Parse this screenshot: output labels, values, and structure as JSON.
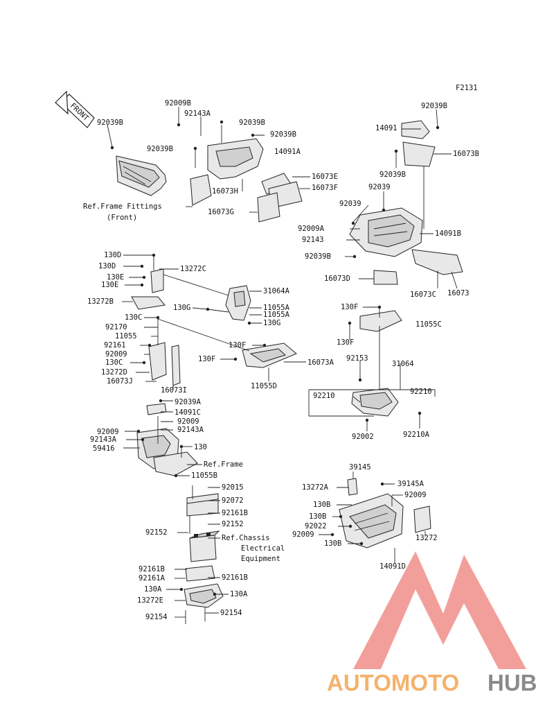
{
  "figure_code": "F2131",
  "front_arrow": "FRONT",
  "refs": {
    "frame_fittings": "Ref.Frame Fittings",
    "frame_fittings_sub": "(Front)",
    "frame": "Ref.Frame",
    "chassis_1": "Ref.Chassis",
    "chassis_2": "Electrical",
    "chassis_3": "Equipment"
  },
  "watermark": {
    "part1": "AUTOMOTO",
    "part2": "HUB"
  },
  "colors": {
    "watermark_orange": "#f5b26b",
    "watermark_red": "#f08f8a",
    "watermark_grey": "#8a8a8a"
  },
  "labels": {
    "a01": "92009B",
    "a02": "92143A",
    "a03": "92039B",
    "a04": "92039B",
    "a05": "92039B",
    "a06": "92039B",
    "a07": "14091A",
    "a08": "16073E",
    "a09": "16073F",
    "a10": "16073H",
    "a11": "16073G",
    "b01": "92039B",
    "b02": "14091",
    "b03": "16073B",
    "b04": "92039B",
    "b05": "92039",
    "b06": "92039",
    "b07": "92009A",
    "b08": "92143",
    "b09": "14091B",
    "b10": "92039B",
    "b11": "16073D",
    "b12": "16073C",
    "b13": "16073",
    "c01": "130D",
    "c02": "130D",
    "c03": "13272C",
    "c04": "130E",
    "c05": "130E",
    "c06": "13272B",
    "c07": "31064A",
    "c08": "130G",
    "c09": "11055A",
    "c10": "11055A",
    "c11": "130G",
    "c12": "130C",
    "c13": "92170",
    "c14": "11055",
    "c15": "92161",
    "c16": "92009",
    "c17": "130C",
    "c18": "13272D",
    "c19": "16073J",
    "c20": "16073I",
    "c21": "130F",
    "c22": "130F",
    "c23": "16073A",
    "c24": "11055D",
    "d01": "130F",
    "d02": "11055C",
    "d03": "130F",
    "d04": "92153",
    "d05": "31064",
    "d06": "92210",
    "d07": "92210",
    "d08": "92002",
    "d09": "92210A",
    "e01": "92039A",
    "e02": "14091C",
    "e03": "92009",
    "e04": "92009",
    "e05": "92143A",
    "e06": "92143A",
    "e07": "59416",
    "e08": "130",
    "e09": "11055B",
    "f01": "92015",
    "f02": "92072",
    "f03": "92161B",
    "f04": "92152",
    "f05": "92152",
    "f06": "92161B",
    "f07": "92161A",
    "f08": "92161B",
    "f09": "130A",
    "f10": "130A",
    "f11": "13272E",
    "f12": "92154",
    "f13": "92154",
    "g01": "39145",
    "g02": "39145A",
    "g03": "13272A",
    "g04": "92009",
    "g05": "130B",
    "g06": "130B",
    "g07": "92022",
    "g08": "92009",
    "g09": "13272",
    "g10": "130B",
    "g11": "14091D"
  }
}
